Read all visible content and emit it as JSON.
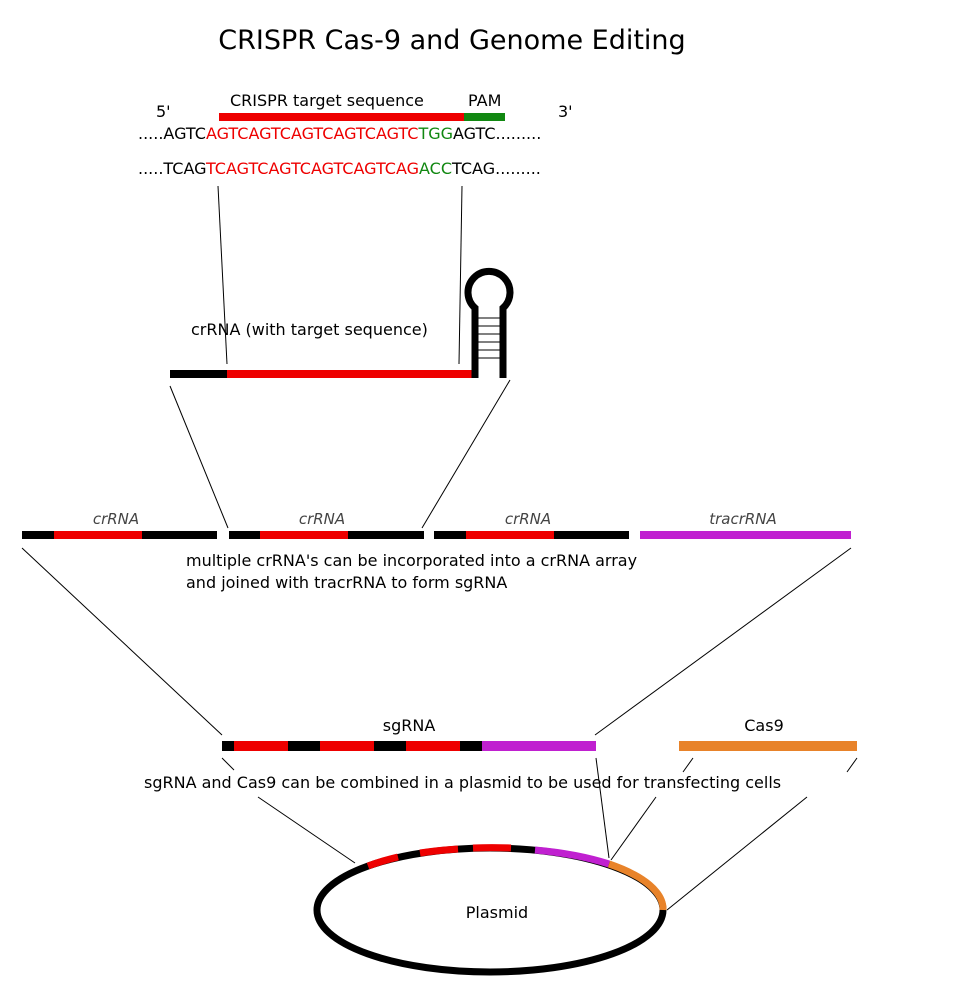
{
  "title": "CRISPR Cas-9 and Genome Editing",
  "colors": {
    "target": "#ee0000",
    "pam": "#118811",
    "tracr": "#c020d0",
    "cas9": "#e8832a",
    "backbone": "#000000"
  },
  "dna": {
    "five_prime": "5'",
    "three_prime": "3'",
    "target_label": "CRISPR target sequence",
    "pam_label": "PAM",
    "top_left": ".....AGTC",
    "top_target": "AGTCAGTCAGTCAGTCAGTC",
    "top_pam": "TGG",
    "top_right": "AGTC.........",
    "bottom_left": ".....TCAG",
    "bottom_target": "TCAGTCAGTCAGTCAGTCAG",
    "bottom_pam": "ACC",
    "bottom_right": "TCAG........."
  },
  "crrna_label": "crRNA (with target sequence)",
  "array": {
    "segments": [
      "crRNA",
      "crRNA",
      "crRNA",
      "tracrRNA"
    ],
    "caption_line1": "multiple crRNA's can be incorporated into a crRNA array",
    "caption_line2": "and joined with tracrRNA to form sgRNA"
  },
  "sgrna_label": "sgRNA",
  "cas9_label": "Cas9",
  "plasmid_caption": "sgRNA and Cas9 can be combined in a plasmid to be used for transfecting cells",
  "plasmid_label": "Plasmid"
}
